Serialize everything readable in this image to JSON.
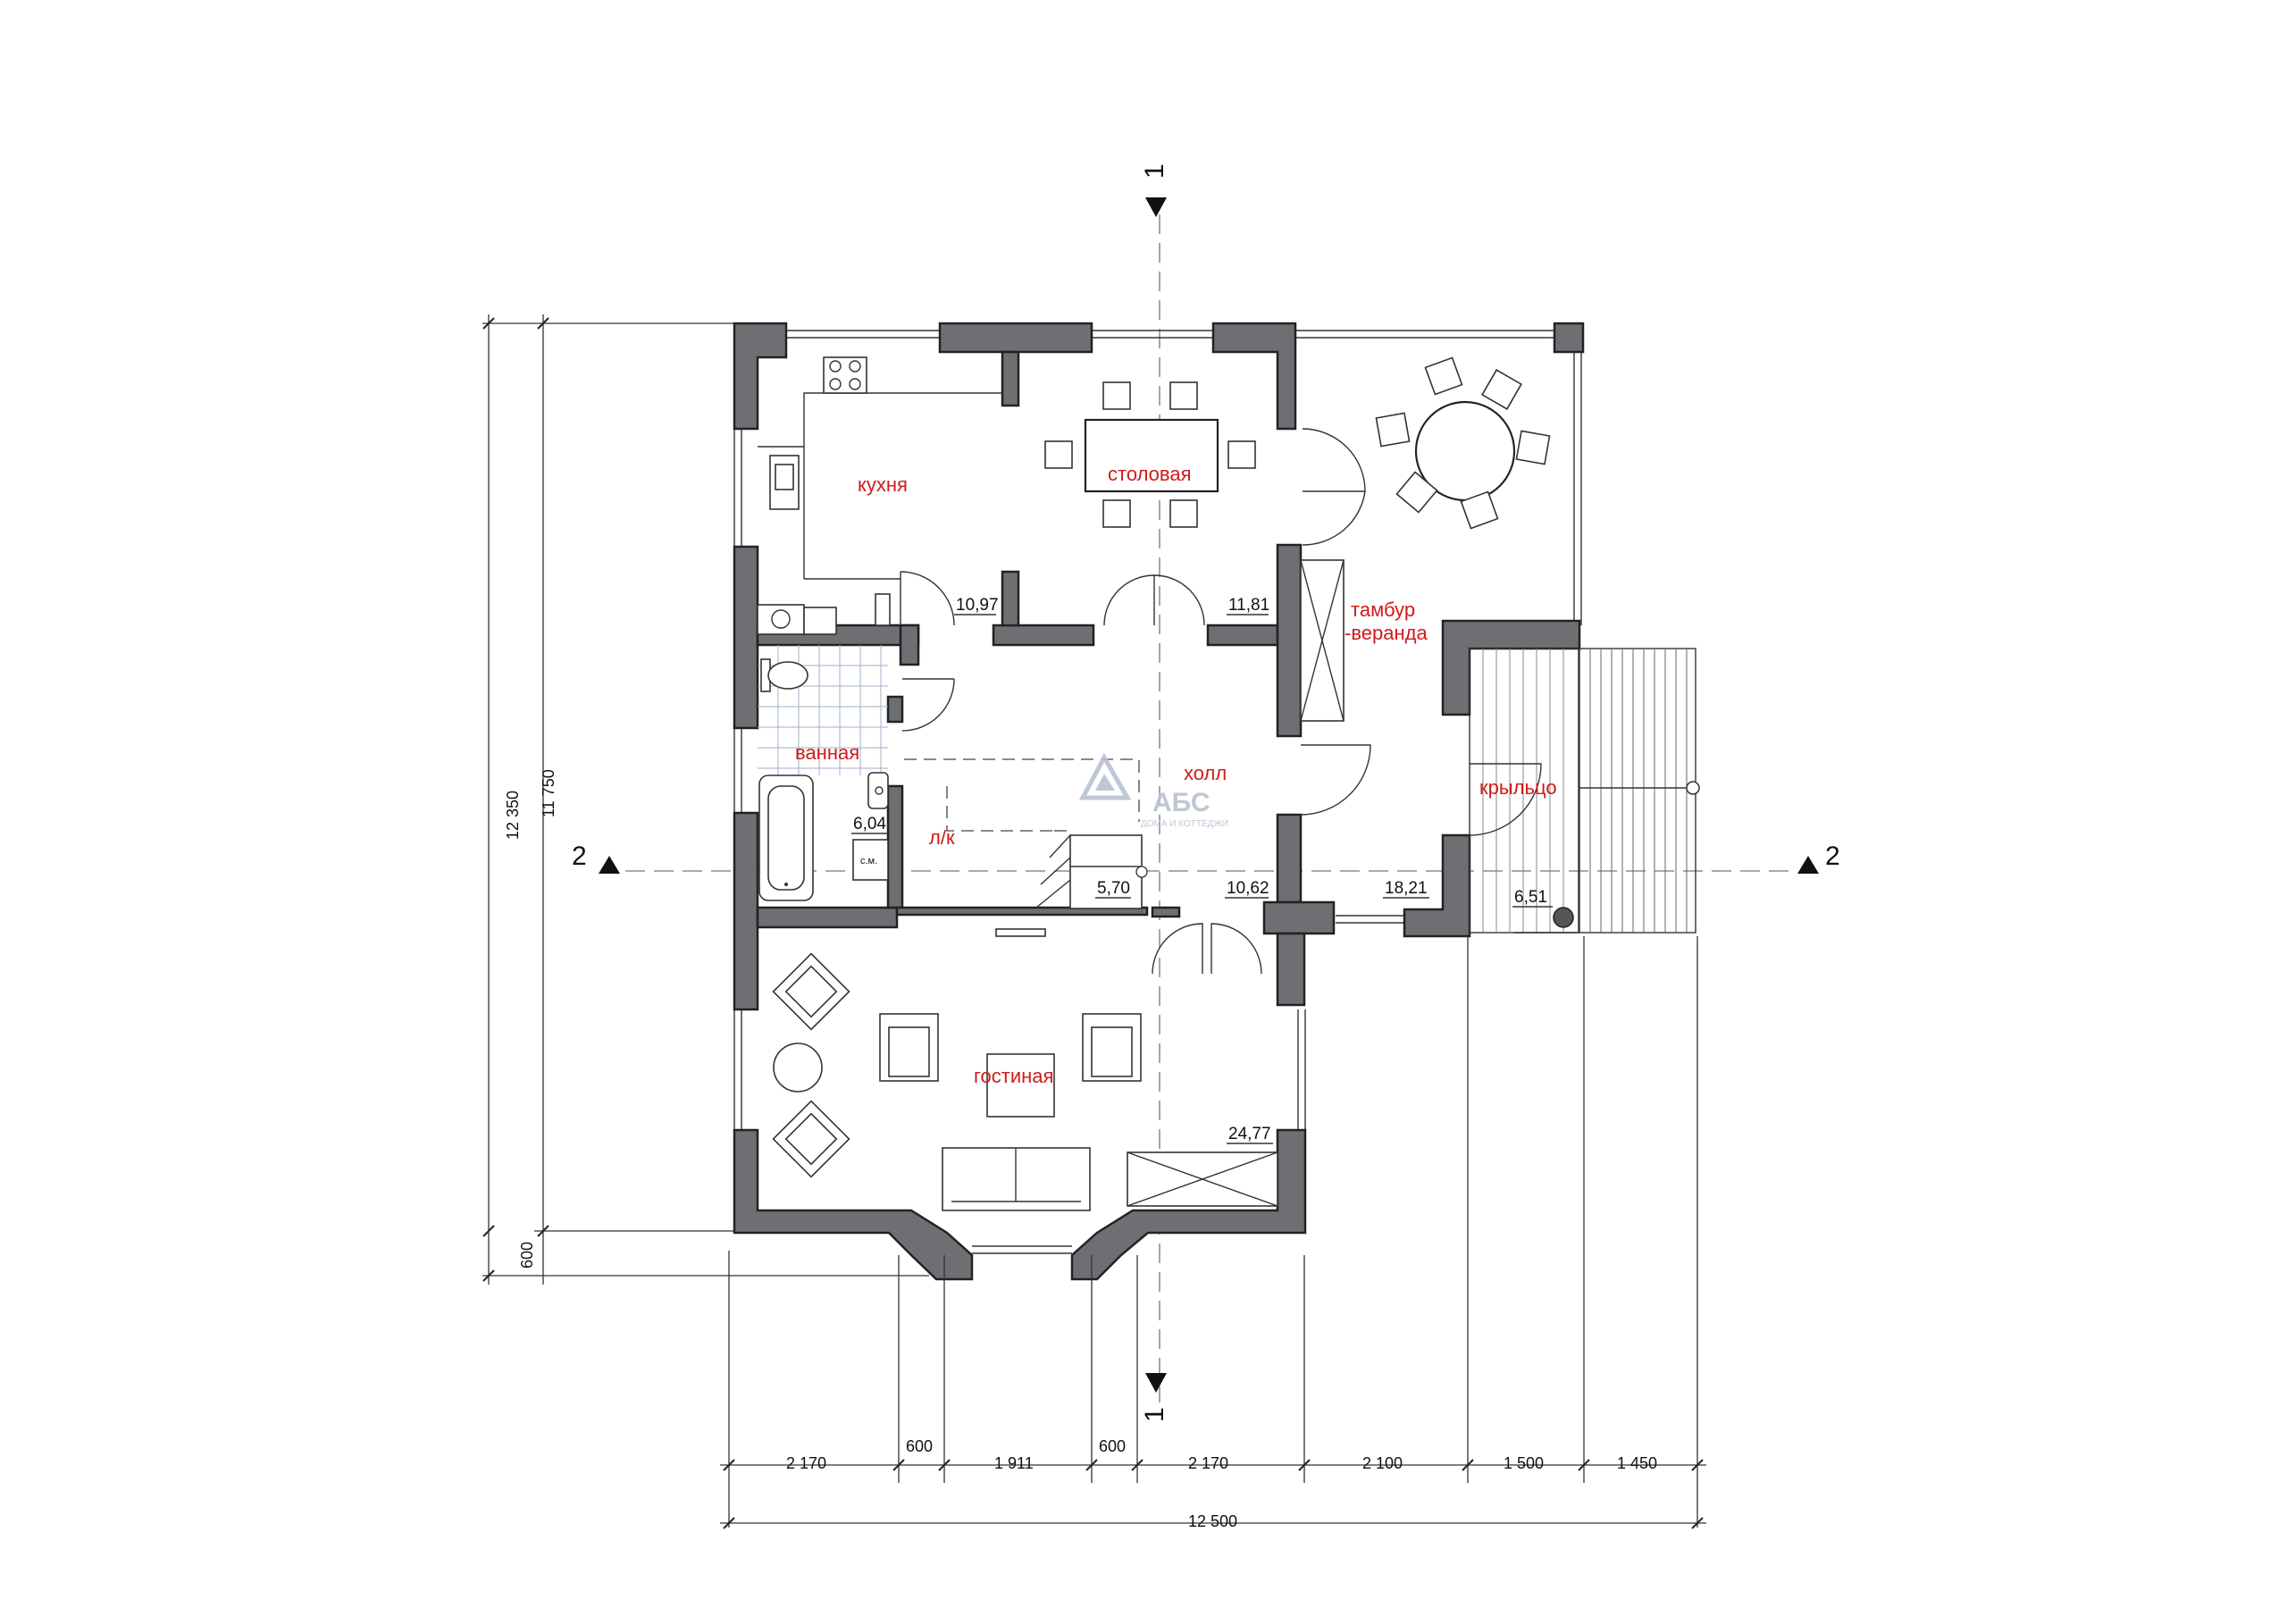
{
  "rooms": {
    "kitchen": "кухня",
    "dining": "столовая",
    "vestibule_1": "тамбур",
    "vestibule_2": "-веранда",
    "hall": "холл",
    "bathroom": "ванная",
    "stairs": "л/к",
    "porch": "крыльцо",
    "living": "гостиная"
  },
  "areas": {
    "kitchen": "10,97",
    "dining": "11,81",
    "bathroom": "6,04",
    "stairs": "5,70",
    "hall": "10,62",
    "vestibule": "18,21",
    "porch": "6,51",
    "living": "24,77"
  },
  "appliances": {
    "washing_machine": "с.м."
  },
  "sections": {
    "s1": "1",
    "s2": "2"
  },
  "dimensions": {
    "bottom": [
      "2 170",
      "600",
      "1 911",
      "600",
      "2 170",
      "2 100",
      "1 500",
      "1 450"
    ],
    "total_width": "12 500",
    "left_outer": "12 350",
    "left_inner": "11 750",
    "left_bottom": "600"
  },
  "logo": {
    "name": "АБС",
    "tagline": "ДОМА И КОТТЕДЖИ"
  }
}
